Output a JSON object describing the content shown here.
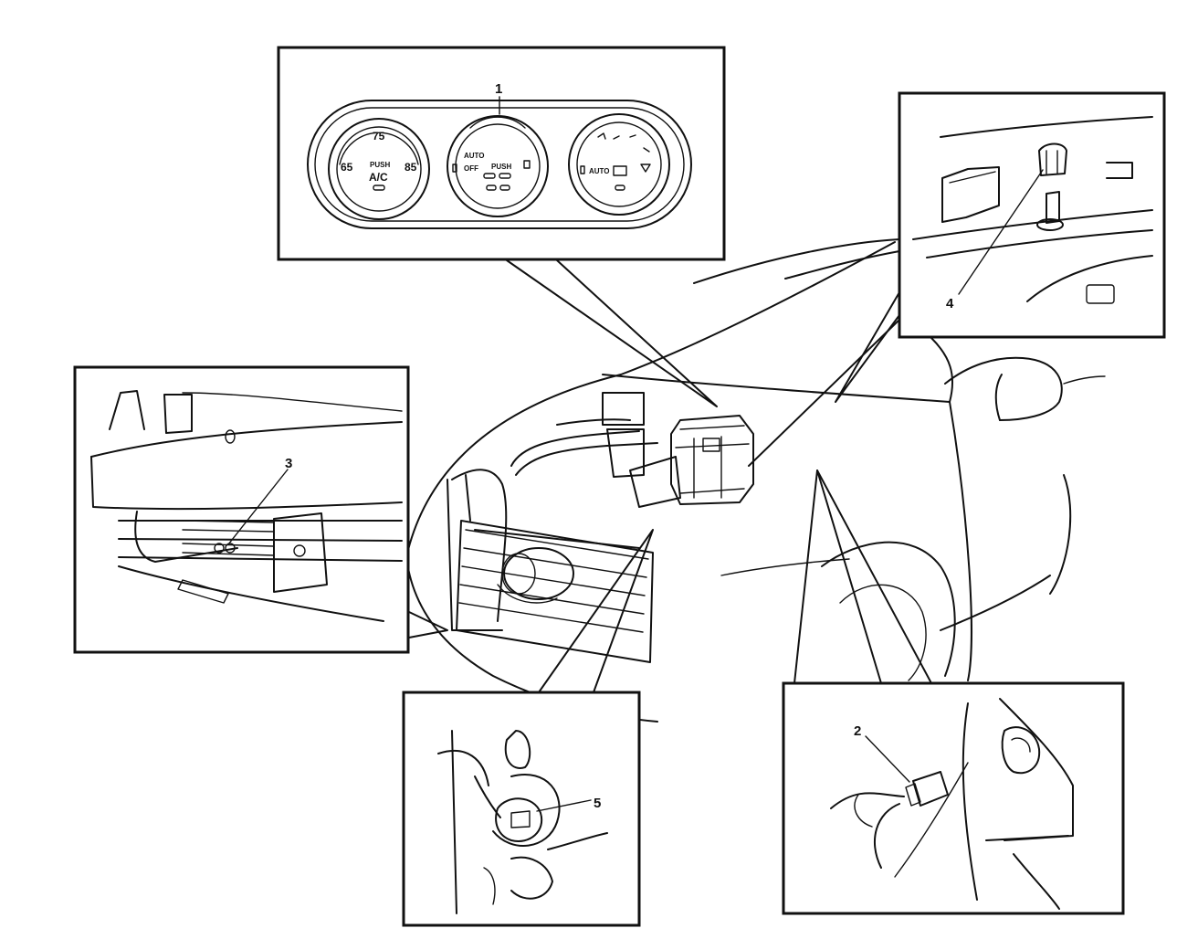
{
  "callouts": [
    {
      "id": "1",
      "label": "1"
    },
    {
      "id": "2",
      "label": "2"
    },
    {
      "id": "3",
      "label": "3"
    },
    {
      "id": "4",
      "label": "4"
    },
    {
      "id": "5",
      "label": "5"
    }
  ],
  "control_panel": {
    "left_dial": {
      "top": "75",
      "left": "65",
      "right": "85",
      "push": "PUSH",
      "button": "A/C"
    },
    "center_dial": {
      "auto": "AUTO",
      "off": "OFF",
      "push": "PUSH"
    },
    "right_dial": {
      "auto": "AUTO"
    }
  }
}
